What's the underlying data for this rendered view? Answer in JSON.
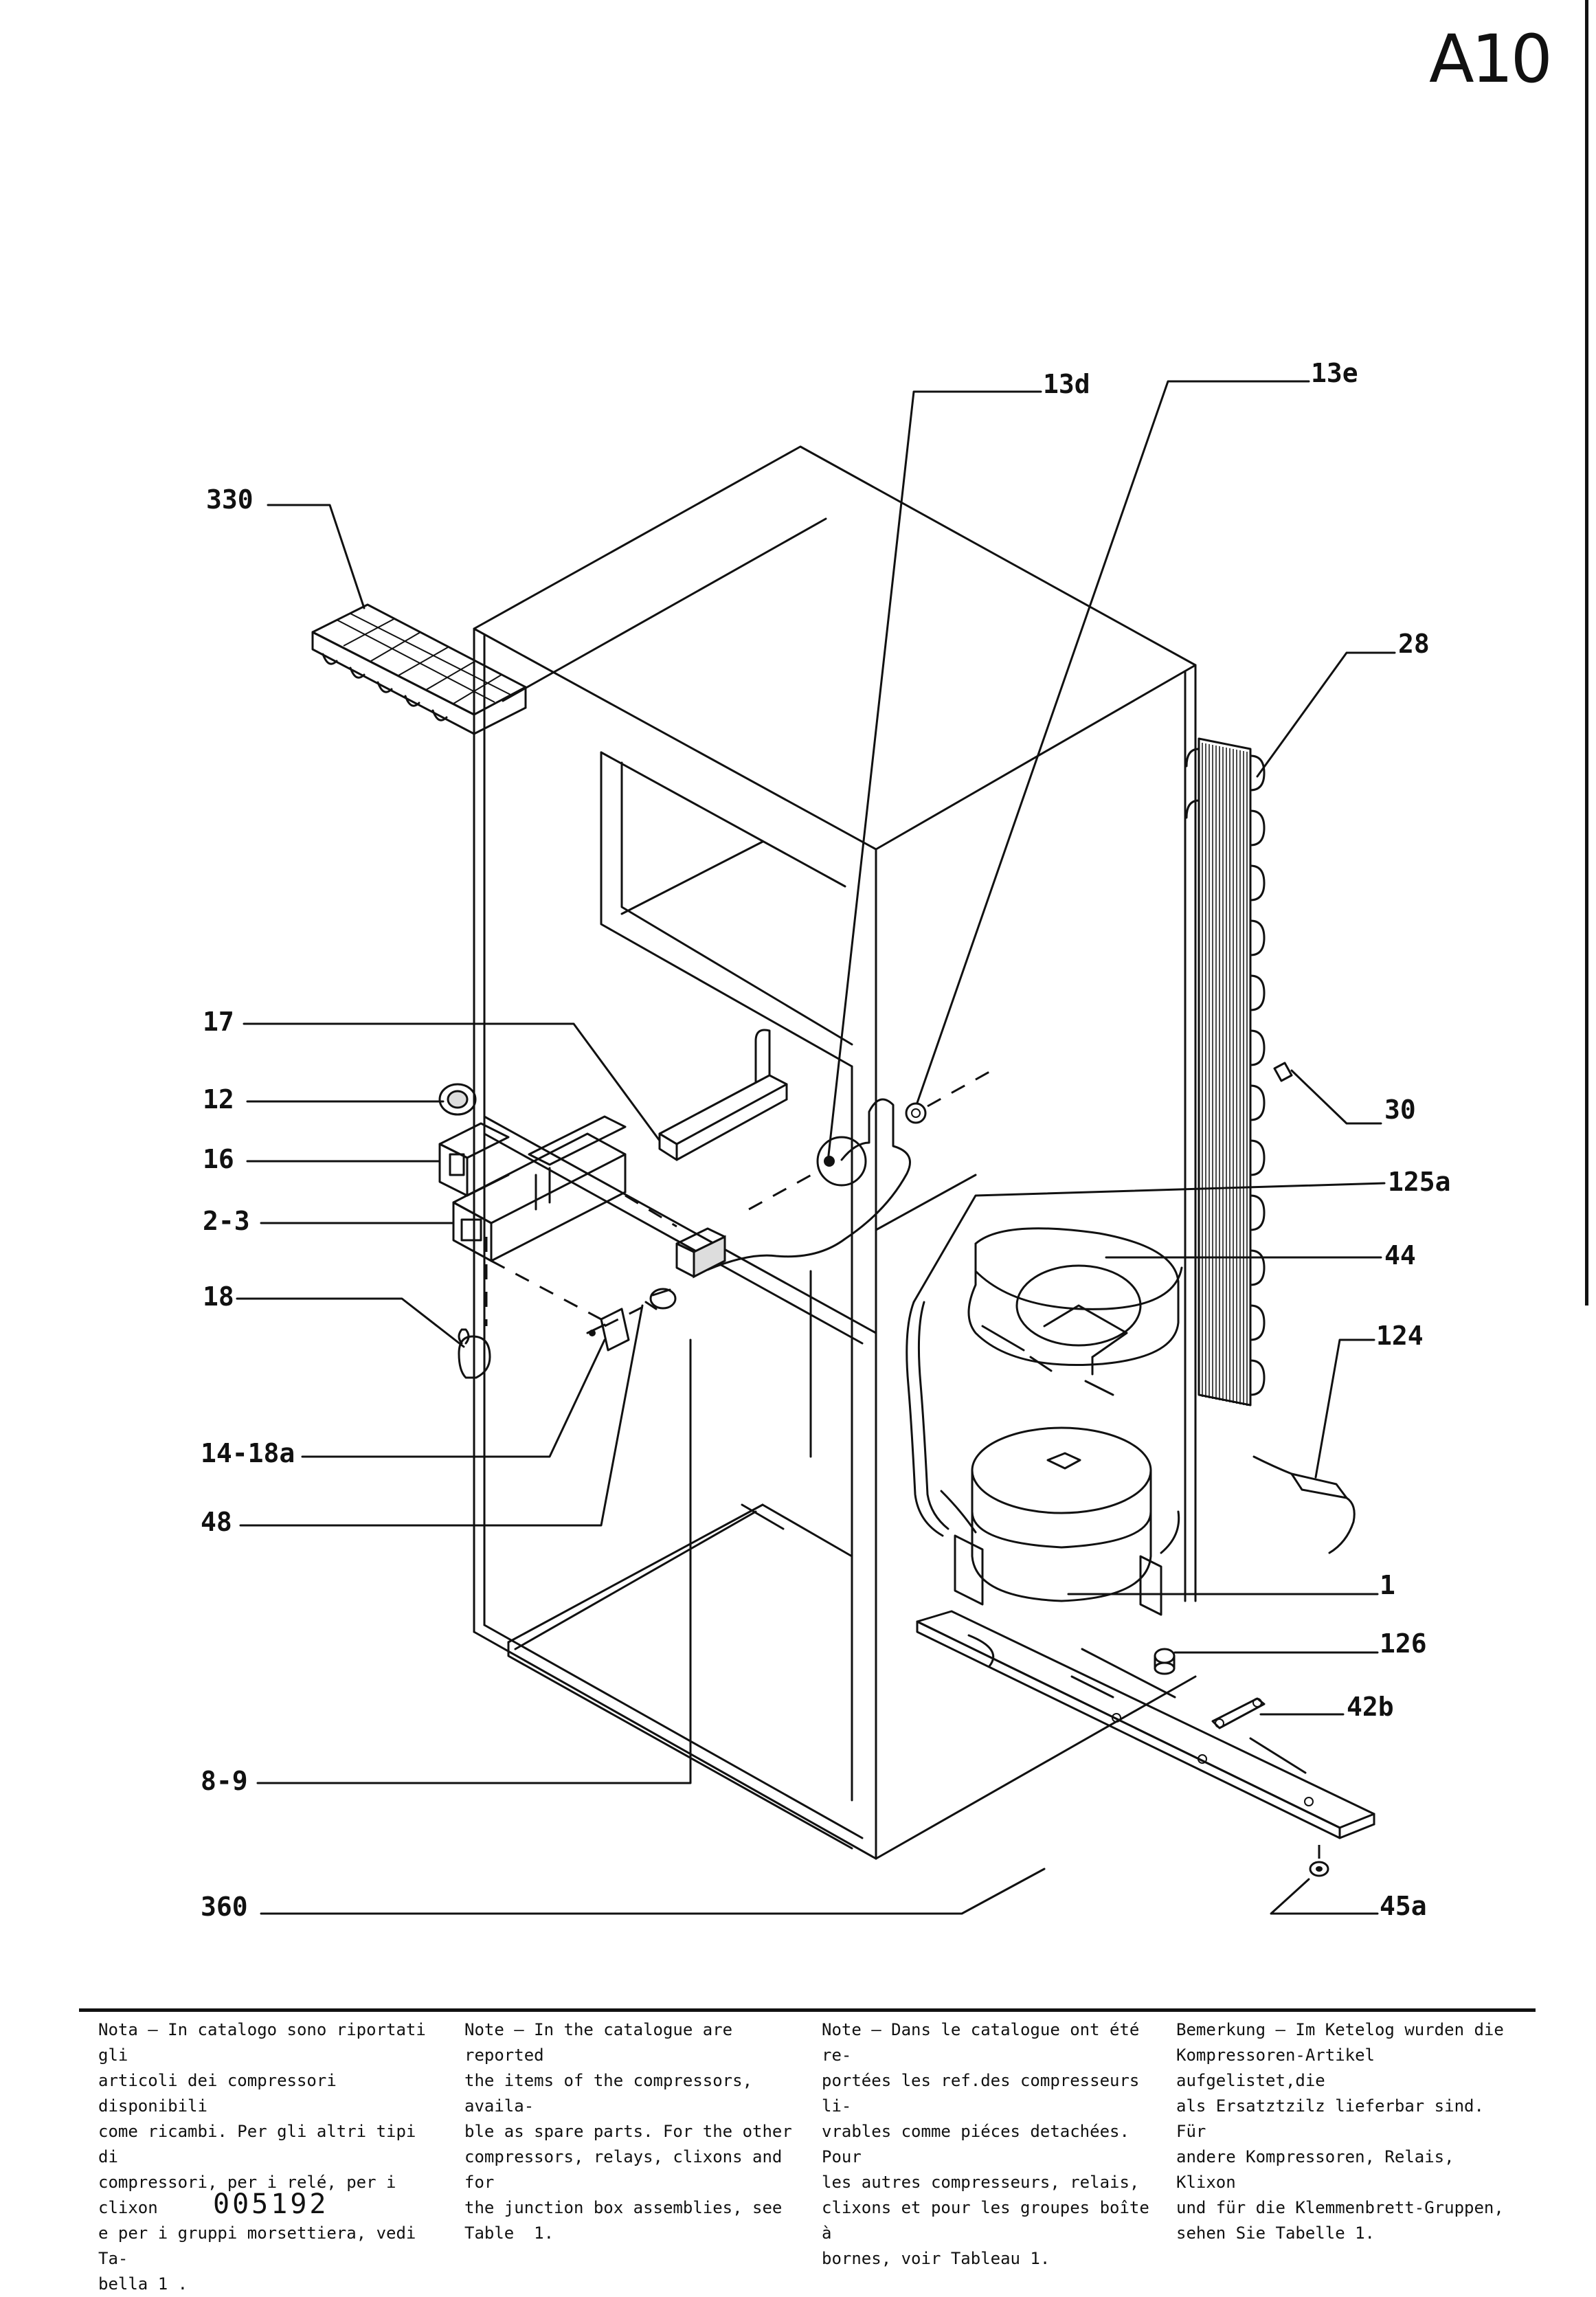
{
  "page_code": "A10",
  "callouts": {
    "c330": "330",
    "c13d": "13d",
    "c13e": "13e",
    "c28": "28",
    "c17": "17",
    "c12": "12",
    "c16": "16",
    "c2_3": "2-3",
    "c18": "18",
    "c30": "30",
    "c125a": "125a",
    "c44": "44",
    "c124": "124",
    "c14_18a": "14-18a",
    "c48": "48",
    "c1": "1",
    "c126": "126",
    "c42b": "42b",
    "c8_9": "8-9",
    "c360": "360",
    "c45a": "45a"
  },
  "notes": {
    "italian": "Nota – In catalogo sono riportati gli\narticoli dei compressori disponibili\ncome ricambi. Per gli altri tipi di\ncompressori, per i relé, per i clixon\ne per i gruppi morsettiera, vedi Ta-\nbella 1 .",
    "english": "Note – In the catalogue are reported\nthe items of the compressors, availa-\nble as spare parts. For the other\ncompressors, relays, clixons and for\nthe junction box assemblies, see\nTable  1.",
    "french": "Note – Dans le catalogue ont été re-\nportées les ref.des compresseurs li-\nvrables comme piéces detachées. Pour\nles autres compresseurs, relais,\nclixons et pour les groupes boîte à\nbornes, voir Tableau 1.",
    "german": "Bemerkung – Im Ketelog wurden die\nKompressoren-Artikel aufgelistet,die\nals Ersatztzilz lieferbar sind. Für\nandere Kompressoren, Relais, Klixon\nund für die Klemmenbrett-Gruppen,\nsehen Sie Tabelle 1."
  },
  "document_number": "005192"
}
